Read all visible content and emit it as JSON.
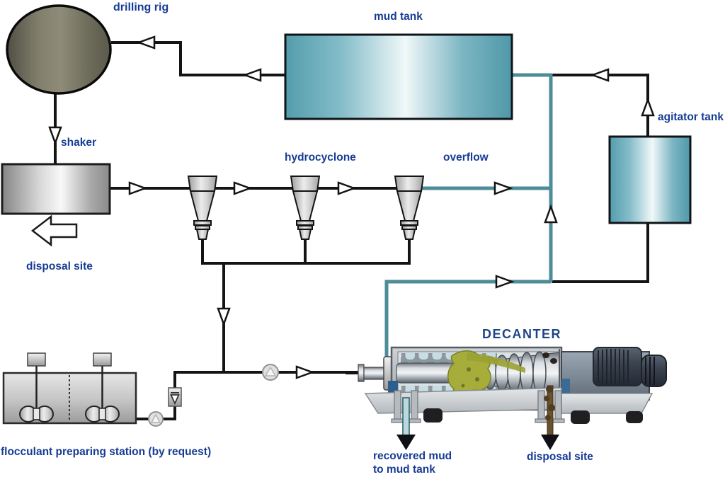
{
  "diagram": {
    "type": "process-flow-diagram",
    "subject": "drilling mud treatment / decanter circuit",
    "labels": {
      "drilling_rig": "drilling rig",
      "mud_tank": "mud tank",
      "shaker": "shaker",
      "hydrocyclone": "hydrocyclone",
      "overflow": "overflow",
      "agitator_tank": "agitator tank",
      "disposal_site_left": "disposal site",
      "decanter": "DECANTER",
      "recovered_mud": "recovered mud\nto mud tank",
      "disposal_site_right": "disposal site",
      "flocculant_station": "flocculant preparing station (by request)"
    },
    "components": [
      {
        "name": "drilling-rig",
        "shape": "dark ellipse"
      },
      {
        "name": "mud-tank",
        "shape": "teal gradient rectangle"
      },
      {
        "name": "shaker",
        "shape": "gray gradient rectangle"
      },
      {
        "name": "hydrocyclone-battery",
        "count": 3,
        "shape": "gray funnel"
      },
      {
        "name": "agitator-tank",
        "shape": "teal gradient rectangle"
      },
      {
        "name": "decanter-centrifuge",
        "shape": "cutaway machine rendering"
      },
      {
        "name": "flocculant-preparing-station",
        "shape": "two-compartment tank with two agitators"
      },
      {
        "name": "feed-pump",
        "shape": "small circle on decanter feed line"
      },
      {
        "name": "flocculant-pump",
        "shape": "small circle on flocculant line"
      },
      {
        "name": "dosing-valve",
        "shape": "small rectangle with down triangle"
      },
      {
        "name": "disposal-arrow",
        "shape": "large open left arrow under shaker"
      },
      {
        "name": "recovered-mud-outlet",
        "stream_color": "#b9d9df"
      },
      {
        "name": "solids-disposal-outlet",
        "stream_color": "#6a5230"
      }
    ],
    "colors": {
      "label_text": "#173c94",
      "decanter_label_text": "#1f4684",
      "pipe_black": "#141414",
      "pipe_teal": "#4e8c99",
      "tank_teal": "#549dac",
      "tank_highlight": "#f0f8f9",
      "rig_olive": "#83816e",
      "equipment_gray": "#d8d8d8",
      "sludge_green": "#a6ad3b",
      "solids_brown": "#6a5230",
      "motor_dark": "#3c4450",
      "background": "#ffffff"
    }
  }
}
